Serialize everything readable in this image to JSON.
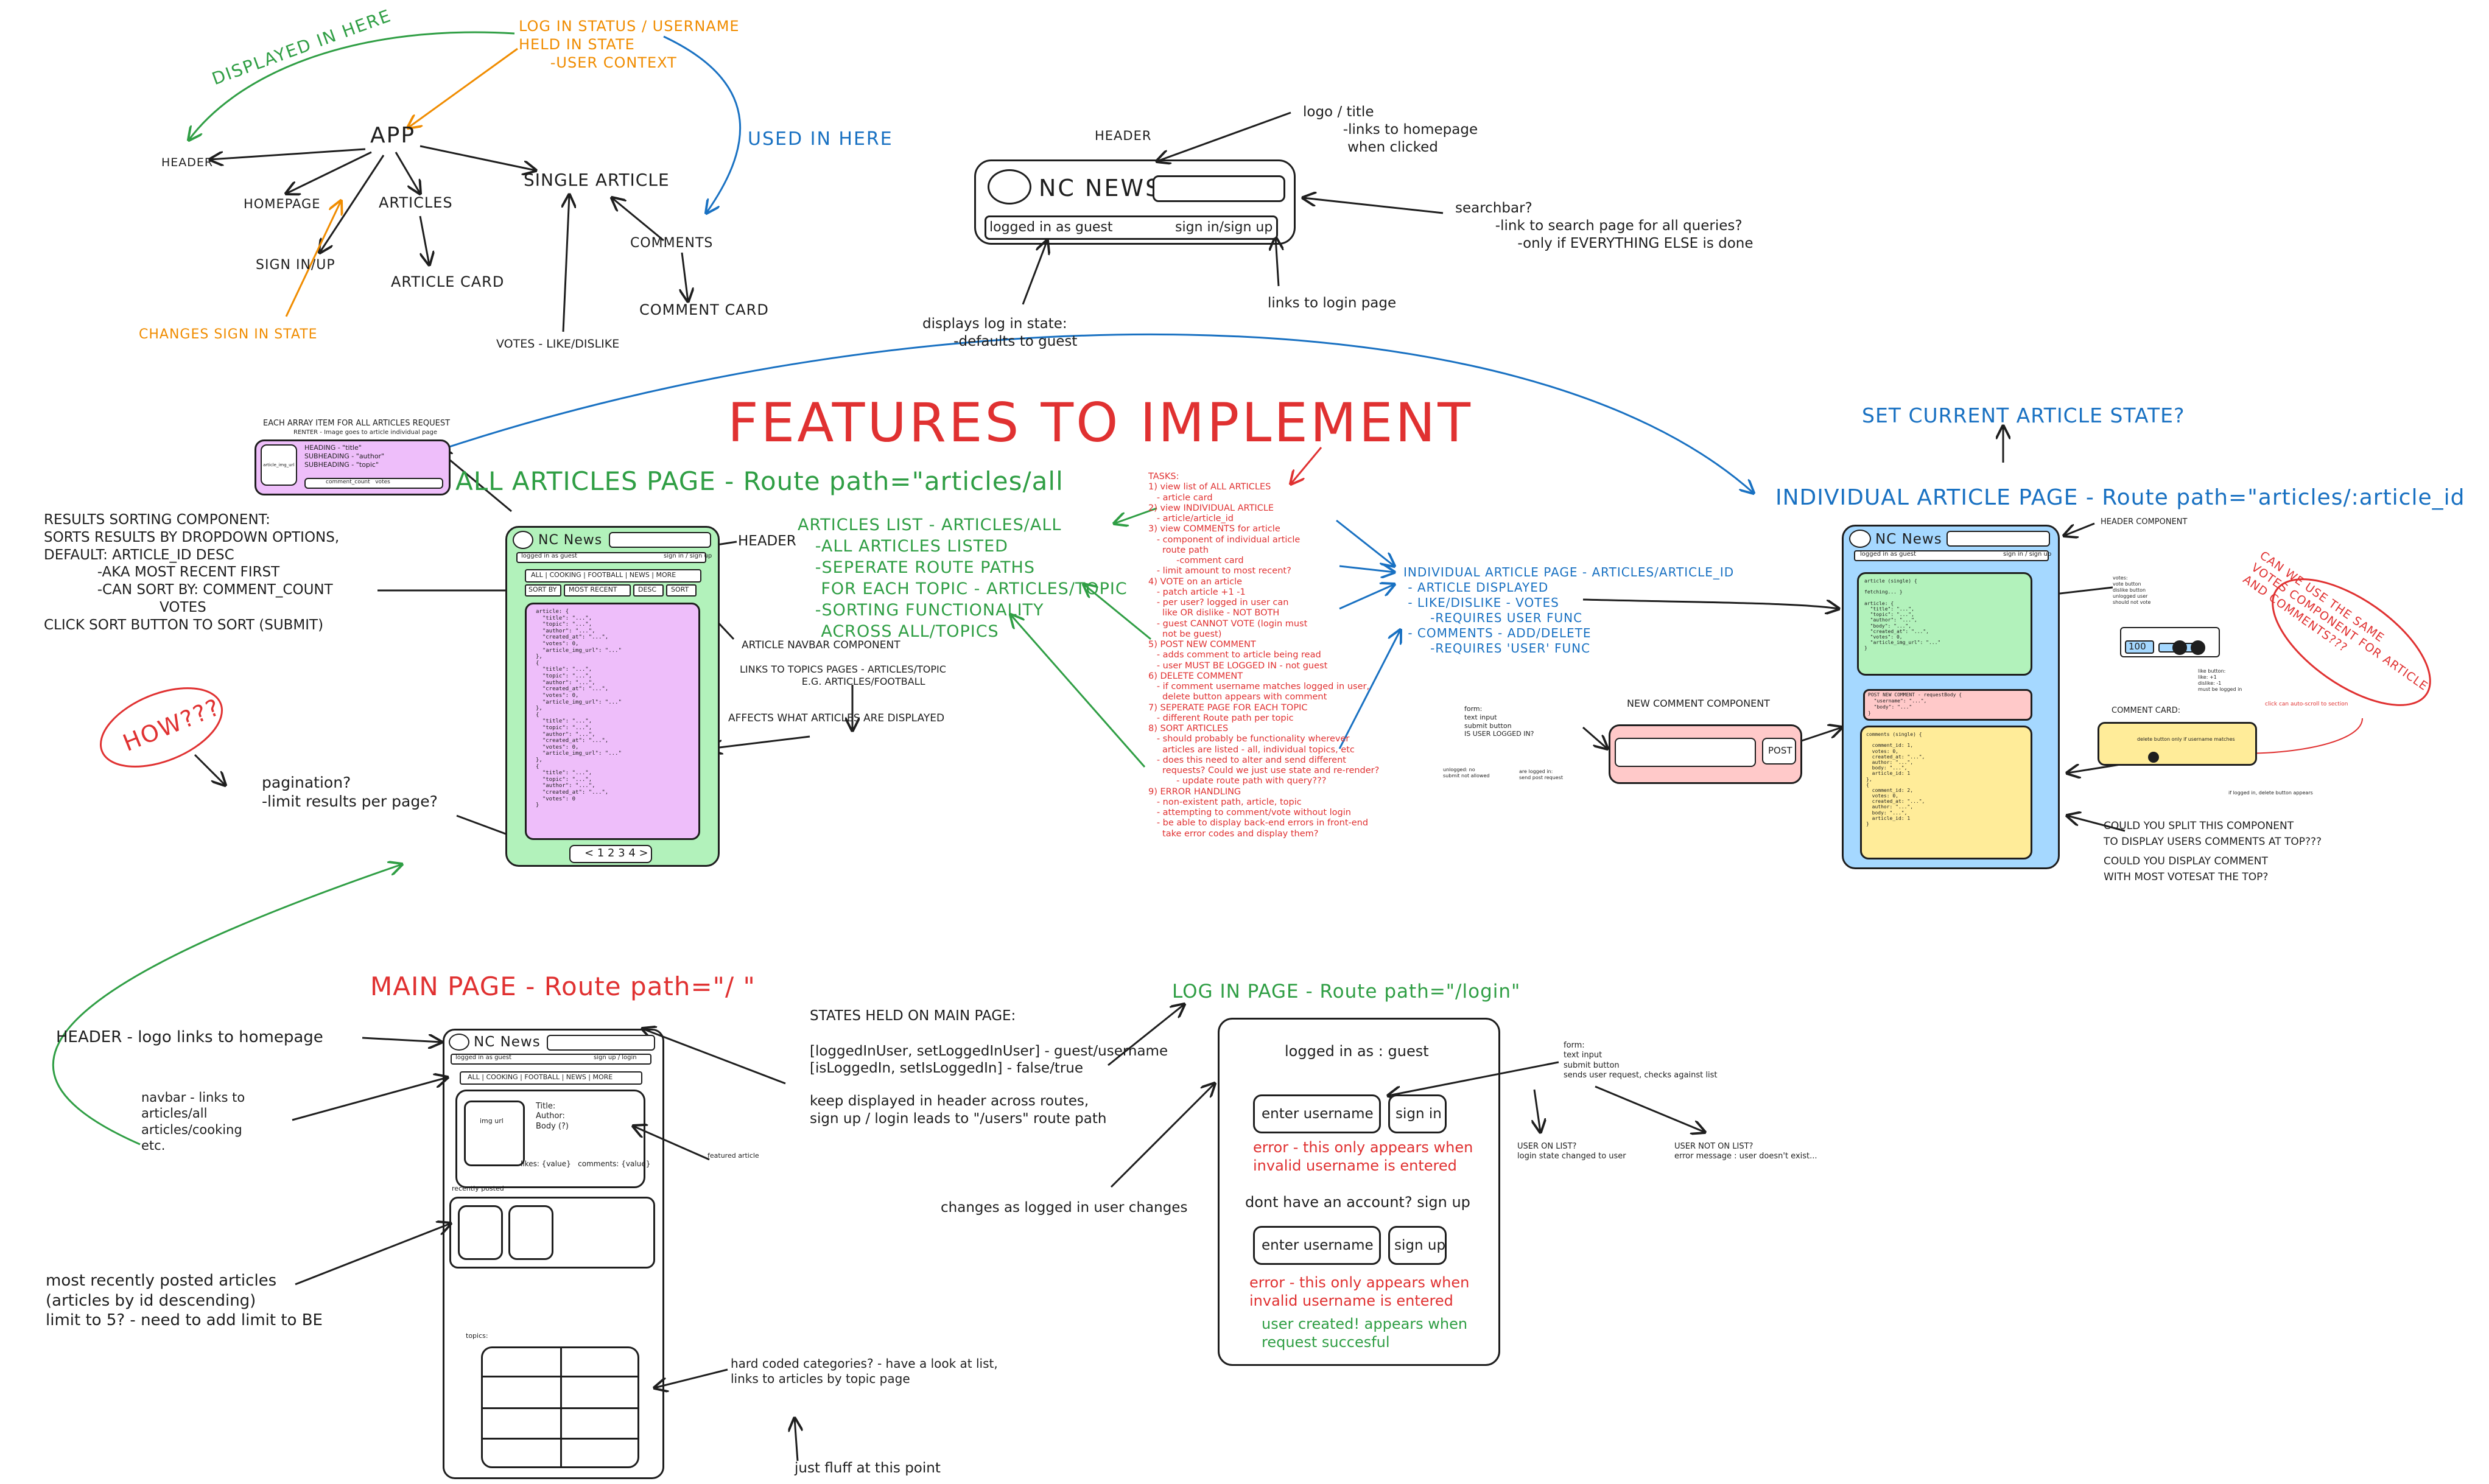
{
  "colors": {
    "green": "#2f9e44",
    "red": "#e03131",
    "blue": "#1971c2",
    "orange": "#f08c00",
    "pinkFill": "#ffc9c9",
    "purpleFill": "#eebefa",
    "greenFill": "#b2f2bb",
    "blueFill": "#a5d8ff",
    "yellowFill": "#ffec99"
  },
  "tree": {
    "displayed_in_here": "DISPLAYED IN HERE",
    "login_status": "LOG IN STATUS / USERNAME\nHELD IN STATE\n      -USER CONTEXT",
    "used_in_here": "USED IN HERE",
    "app": "APP",
    "header": "HEADER",
    "homepage": "HOMEPAGE",
    "articles": "ARTICLES",
    "single_article": "SINGLE ARTICLE",
    "sign_in_up": "SIGN IN/UP",
    "article_card": "ARTICLE CARD",
    "comments": "COMMENTS",
    "comment_card": "COMMENT CARD",
    "changes_sign_in": "CHANGES SIGN IN STATE",
    "votes": "VOTES - LIKE/DISLIKE"
  },
  "header_mock": {
    "title": "HEADER",
    "logo_note": "logo / title\n         -links to homepage\n          when clicked",
    "brand": "NC NEWS",
    "logged_in": "logged in as guest",
    "sign": "sign in/sign up",
    "searchbar_note": "searchbar?\n         -link to search page for all queries?\n              -only if EVERYTHING ELSE is done",
    "login_note": "displays log in state:\n       -defaults to guest",
    "login_link_note": "links to login page"
  },
  "features_title": "FEATURES TO IMPLEMENT",
  "all_articles": {
    "heading": "ALL ARTICLES PAGE - Route path=\"articles/all",
    "array_item_note": "EACH ARRAY ITEM FOR ALL ARTICLES REQUEST",
    "array_item_sub": "RENTER - Image goes to article individual page",
    "card_lines": "HEADING - \"title\"\nSUBHEADING - \"author\"\nSUBHEADING - \"topic\"",
    "card_img": "article_img_url",
    "card_footer": "comment_count   votes",
    "sorting_note": "RESULTS SORTING COMPONENT:\nSORTS RESULTS BY DROPDOWN OPTIONS,\nDEFAULT: ARTICLE_ID DESC\n            -AKA MOST RECENT FIRST\n            -CAN SORT BY: COMMENT_COUNT\n                          VOTES\nCLICK SORT BUTTON TO SORT (SUBMIT)",
    "brand": "NC News",
    "logged": "logged in as guest",
    "signin": "sign in / sign up",
    "header_label": "HEADER",
    "nav": "ALL | COOKING | FOOTBALL | NEWS | MORE",
    "sort_by": "SORT BY",
    "most_recent": "MOST RECENT",
    "desc": "DESC",
    "sort": "SORT",
    "json_block": "article: {\n  \"title\": \"...\",\n  \"topic\": \"...\",\n  \"author\": \"...\",\n  \"created_at\": \"...\",\n  \"votes\": 0,\n  \"article_img_url\": \"...\"\n},\n{\n  \"title\": \"...\",\n  \"topic\": \"...\",\n  \"author\": \"...\",\n  \"created_at\": \"...\",\n  \"votes\": 0,\n  \"article_img_url\": \"...\"\n},\n{\n  \"title\": \"...\",\n  \"topic\": \"...\",\n  \"author\": \"...\",\n  \"created_at\": \"...\",\n  \"votes\": 0,\n  \"article_img_url\": \"...\"\n},\n{\n  \"title\": \"...\",\n  \"topic\": \"...\",\n  \"author\": \"...\",\n  \"created_at\": \"...\",\n  \"votes\": 0\n}",
    "pagination_bar": "< 1 2 3 4 >",
    "navbar_component": "ARTICLE NAVBAR COMPONENT",
    "links_to_topics": "LINKS TO TOPICS PAGES - ARTICLES/TOPIC\n                    E.G. ARTICLES/FOOTBALL",
    "affects": "AFFECTS WHAT ARTICLES ARE DISPLAYED",
    "how": "HOW???",
    "pagination": "pagination?\n-limit results per page?",
    "list_heading": "ARTICLES LIST - ARTICLES/ALL\n   -ALL ARTICLES LISTED\n   -SEPERATE ROUTE PATHS\n    FOR EACH TOPIC - ARTICLES/TOPIC\n   -SORTING FUNCTIONALITY\n    ACROSS ALL/TOPICS"
  },
  "tasks": "TASKS:\n1) view list of ALL ARTICLES\n   - article card\n2) view INDIVIDUAL ARTICLE\n   - article/article_id\n3) view COMMENTS for article\n   - component of individual article\n     route path\n          -comment card\n   - limit amount to most recent?\n4) VOTE on an article\n   - patch article +1 -1\n   - per user? logged in user can\n     like OR dislike - NOT BOTH\n   - guest CANNOT VOTE (login must\n     not be guest)\n5) POST NEW COMMENT\n   - adds comment to article being read\n   - user MUST BE LOGGED IN - not guest\n6) DELETE COMMENT\n   - if comment username matches logged in user,\n     delete button appears with comment\n7) SEPERATE PAGE FOR EACH TOPIC\n   - different Route path per topic\n8) SORT ARTICLES\n   - should probably be functionality wherever\n     articles are listed - all, individual topics, etc\n   - does this need to alter and send different\n     requests? Could we just use state and re-render?\n          - update route path with query???\n9) ERROR HANDLING\n   - non-existent path, article, topic\n   - attempting to comment/vote without login\n   - be able to display back-end errors in front-end\n     take error codes and display them?",
  "individual_list": "INDIVIDUAL ARTICLE PAGE - ARTICLES/ARTICLE_ID\n - ARTICLE DISPLAYED\n - LIKE/DISLIKE - VOTES\n      -REQUIRES USER FUNC\n - COMMENTS - ADD/DELETE\n      -REQUIRES 'USER' FUNC",
  "individual": {
    "heading": "INDIVIDUAL ARTICLE PAGE - Route path=\"articles/:article_id",
    "set_state": "SET CURRENT ARTICLE STATE?",
    "header_component": "HEADER COMPONENT",
    "brand": "NC News",
    "logged": "logged in as guest",
    "signin": "sign in / sign up",
    "article_json": "article (single) {\n\nfetching... }\n\narticle: {\n  \"title\": \"...\",\n  \"topic\": \"...\",\n  \"author\": \"...\",\n  \"body\": \"...\",\n  \"created_at\": \"...\",\n  \"votes\": 0,\n  \"article_img_url\": \"...\"\n}",
    "post_json": "POST NEW COMMENT - requestBody {\n  \"username\": \"...\",\n  \"body\": \"...\"\n}",
    "comments_json": "comments (single) {\n\n  comment_id: 1,\n  votes: 0,\n  created_at: \"...\",\n  author: \"...\",\n  body: \"...\",\n  article_id: 1\n},\n{\n  comment_id: 2,\n  votes: 0,\n  created_at: \"...\",\n  author: \"...\",\n  body: \"...\",\n  article_id: 1\n}",
    "can_we_use": "CAN WE USE THE SAME\nVOTES COMPONENT FOR ARTICLE\nAND COMMENTS???",
    "vote_count": "100",
    "comment_card": "COMMENT CARD:",
    "could_split": "COULD YOU SPLIT THIS COMPONENT\nTO DISPLAY USERS COMMENTS AT TOP???",
    "could_display": "COULD YOU DISPLAY COMMENT\nWITH MOST VOTESAT THE TOP?",
    "new_comment": "NEW COMMENT COMPONENT",
    "post": "POST",
    "form_note": "form:\ntext input\nsubmit button\nIS USER LOGGED IN?",
    "vote_note_1": "votes:\nvote button\ndislike button\nunlogged user\nshould not vote",
    "vote_note_2": "like button:\nlike: +1\ndislike: -1\nmust be logged in",
    "comment_note": "delete button only if username matches",
    "yes_no_1": "unlogged: no\nsubmit not allowed",
    "yes_no_2": "are logged in:\nsend post request",
    "red_small": "click can auto-scroll to section",
    "btn_note": "if logged in, delete button appears"
  },
  "main_page": {
    "heading": "MAIN PAGE - Route path=\"/ \"",
    "header_note": "HEADER - logo links to homepage",
    "navbar_note": "navbar - links to\narticles/all\narticles/cooking\netc.",
    "brand": "NC News",
    "logged": "logged in as guest",
    "signin": "sign up / login",
    "nav": "ALL | COOKING | FOOTBALL | NEWS | MORE",
    "img_url": "img url",
    "featured_text": "Title:\nAuthor:\nBody (?)",
    "likes": "likes: {value}   comments: {value}",
    "featured_article": "featured article",
    "recently_posted": "recently posted",
    "topics": "topics:",
    "recent_note": "most recently posted articles\n(articles by id descending)\nlimit to 5? - need to add limit to BE",
    "states_held": "STATES HELD ON MAIN PAGE:\n\n[loggedInUser, setLoggedInUser] - guest/username\n[isLoggedIn, setIsLoggedIn] - false/true",
    "keep_displayed": "keep displayed in header across routes,\nsign up / login leads to \"/users\" route path",
    "hard_coded": "hard coded categories? - have a look at list,\nlinks to articles by topic page",
    "fluff": "just fluff at this point",
    "changes_logged": "changes as logged in user changes"
  },
  "login_page": {
    "heading": "LOG IN PAGE - Route path=\"/login\"",
    "logged_as": "logged in as : guest",
    "enter_username": "enter username",
    "sign_in": "sign in",
    "error_1": "error - this only appears when\ninvalid username is entered",
    "dont_have": "dont have an account? sign up",
    "sign_up": "sign up",
    "error_2": "error - this only appears when\ninvalid username is entered",
    "user_created": "user created! appears when\nrequest succesful",
    "form_note": "form:\ntext input\nsubmit button\nsends user request, checks against list",
    "user_on_list": "USER ON LIST?\nlogin state changed to user",
    "user_not_on_list": "USER NOT ON LIST?\nerror message : user doesn't exist..."
  }
}
